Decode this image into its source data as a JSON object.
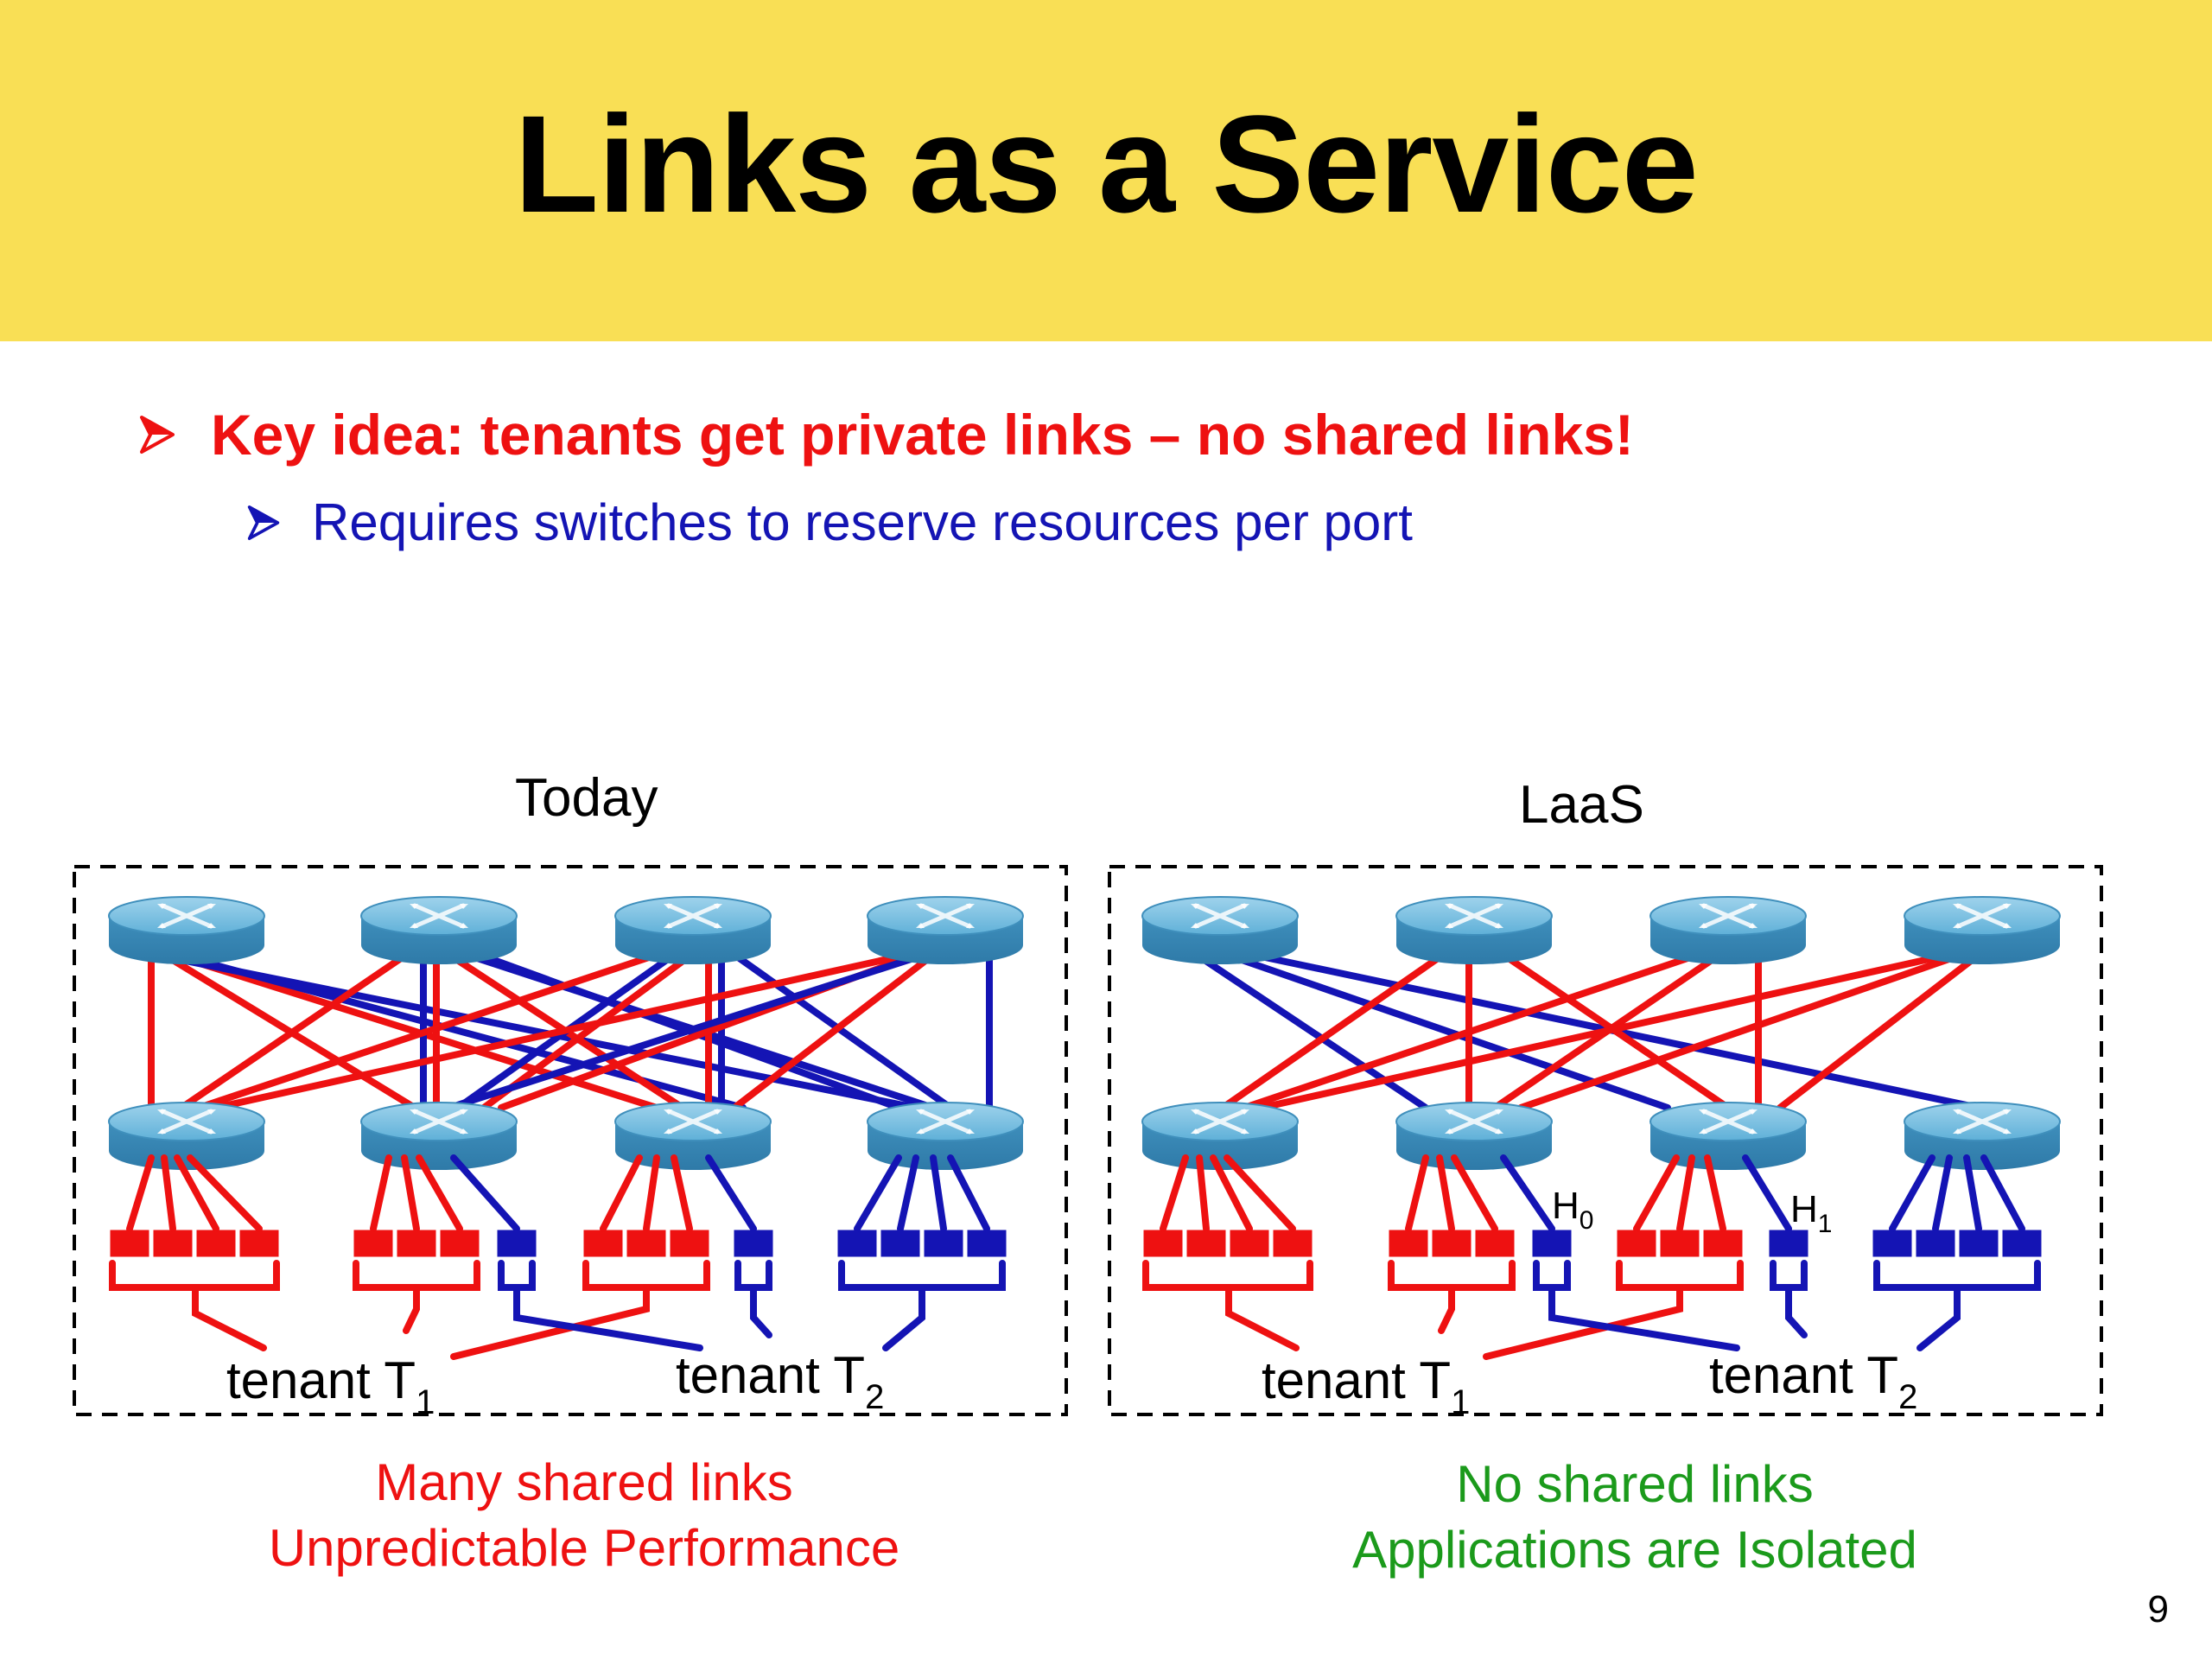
{
  "title": "Links as a Service",
  "bullets": {
    "main": "Key idea: tenants get private links – no shared links!",
    "sub": "Requires switches to reserve resources per port"
  },
  "panels": {
    "left": {
      "title": "Today",
      "tenant1": "tenant T",
      "tenant1_sub": "1",
      "tenant2": "tenant T",
      "tenant2_sub": "2",
      "caption_line1": "Many shared links",
      "caption_line2": "Unpredictable Performance"
    },
    "right": {
      "title": "LaaS",
      "tenant1": "tenant T",
      "tenant1_sub": "1",
      "tenant2": "tenant T",
      "tenant2_sub": "2",
      "host0": "H",
      "host0_sub": "0",
      "host1": "H",
      "host1_sub": "1",
      "caption_line1": "No shared links",
      "caption_line2": "Applications are Isolated"
    }
  },
  "page_number": "9",
  "colors": {
    "banner": "#f9df55",
    "tenant1": "#ee1111",
    "tenant2": "#1414b4",
    "green_caption": "#1b9a1b",
    "switch": "#4a9bc4"
  }
}
